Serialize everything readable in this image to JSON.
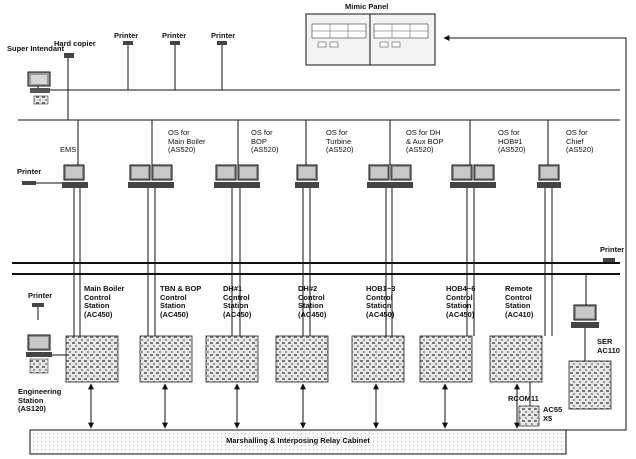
{
  "mimic_panel": {
    "title": "Mimic Panel"
  },
  "top_peripherals": {
    "superintendant": "Super Intendant",
    "hard_copier": "Hard copier",
    "printer_1": "Printer",
    "printer_2": "Printer",
    "printer_3": "Printer"
  },
  "operator_stations": [
    {
      "lines": [
        "EMS"
      ]
    },
    {
      "lines": [
        "OS for",
        "Main Boiler",
        "(AS520)"
      ]
    },
    {
      "lines": [
        "OS for",
        "BOP",
        "(AS520)"
      ]
    },
    {
      "lines": [
        "OS for",
        "Turbine",
        "(AS520)"
      ]
    },
    {
      "lines": [
        "OS for DH",
        "& Aux BOP",
        "(AS520)"
      ]
    },
    {
      "lines": [
        "OS for",
        "HOB#1",
        "(AS520)"
      ]
    },
    {
      "lines": [
        "OS for",
        "Chief",
        "(AS520)"
      ]
    }
  ],
  "left_printer": "Printer",
  "right_printer": "Printer",
  "control_stations": [
    {
      "lines": [
        "Main Boiler",
        "Control",
        "Station",
        "(AC450)"
      ]
    },
    {
      "lines": [
        "TBN & BOP",
        "Control",
        "Station",
        "(AC450)"
      ]
    },
    {
      "lines": [
        "DH#1",
        "Control",
        "Station",
        "(AC450)"
      ]
    },
    {
      "lines": [
        "DH#2",
        "Control",
        "Station",
        "(AC450)"
      ]
    },
    {
      "lines": [
        "HOB1~3",
        "Control",
        "Station",
        "(AC450)"
      ]
    },
    {
      "lines": [
        "HOB4~6",
        "Control",
        "Station",
        "(AC450)"
      ]
    },
    {
      "lines": [
        "Remote",
        "Control",
        "Station",
        "(AC410)"
      ]
    }
  ],
  "engineering": {
    "printer": "Printer",
    "station_lines": [
      "Engineering",
      "Station",
      "(AS120)"
    ]
  },
  "ser": {
    "lines": [
      "SER",
      "AC110"
    ]
  },
  "rcom": "RCOM11",
  "ac55": {
    "lines": [
      "AC55",
      "X5"
    ]
  },
  "cabinet": {
    "label": "Marshalling & Interposing Relay Cabinet"
  }
}
